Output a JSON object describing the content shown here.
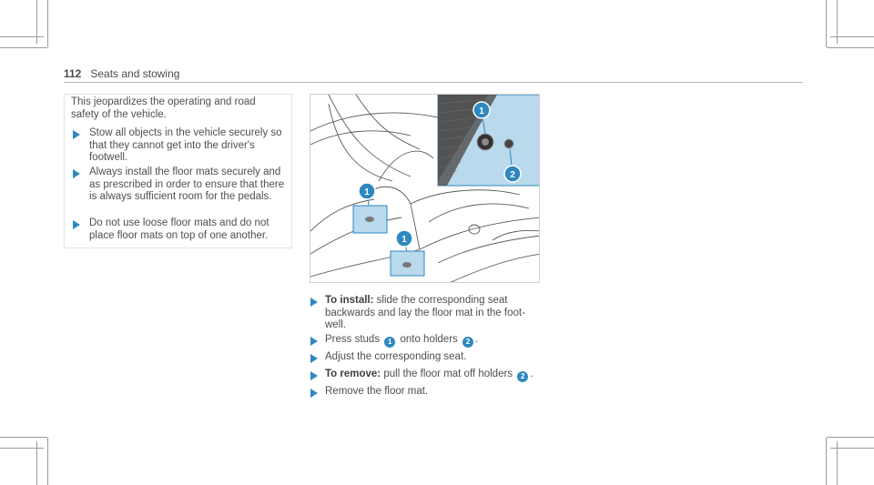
{
  "header": {
    "page_number": "112",
    "section": "Seats and stowing"
  },
  "warning": {
    "intro": "This jeopardizes the operating and road safety of the vehicle.",
    "items": [
      "Stow all objects in the vehicle securely so that they cannot get into the driver's footwell.",
      "Always install the floor mats securely and as prescribed in order to ensure that there is always sufficient room for the pedals.",
      "Do not use loose floor mats and do not place floor mats on top of one another."
    ]
  },
  "figure": {
    "callouts": [
      "1",
      "2",
      "1",
      "1"
    ]
  },
  "instructions": {
    "install_label": "To install:",
    "install_text": "slide the corresponding seat backwards and lay the floor mat in the foot-well.",
    "press_prefix": "Press studs",
    "press_badge1": "1",
    "press_mid": "onto holders",
    "press_badge2": "2",
    "press_end": ".",
    "adjust": "Adjust the corresponding seat.",
    "remove_label": "To remove:",
    "remove_text": "pull the floor mat off holders",
    "remove_badge": "2",
    "remove_end": ".",
    "remove_final": "Remove the floor mat."
  },
  "colors": {
    "accent": "#2f88bf",
    "highlight": "#b9d9ec"
  }
}
